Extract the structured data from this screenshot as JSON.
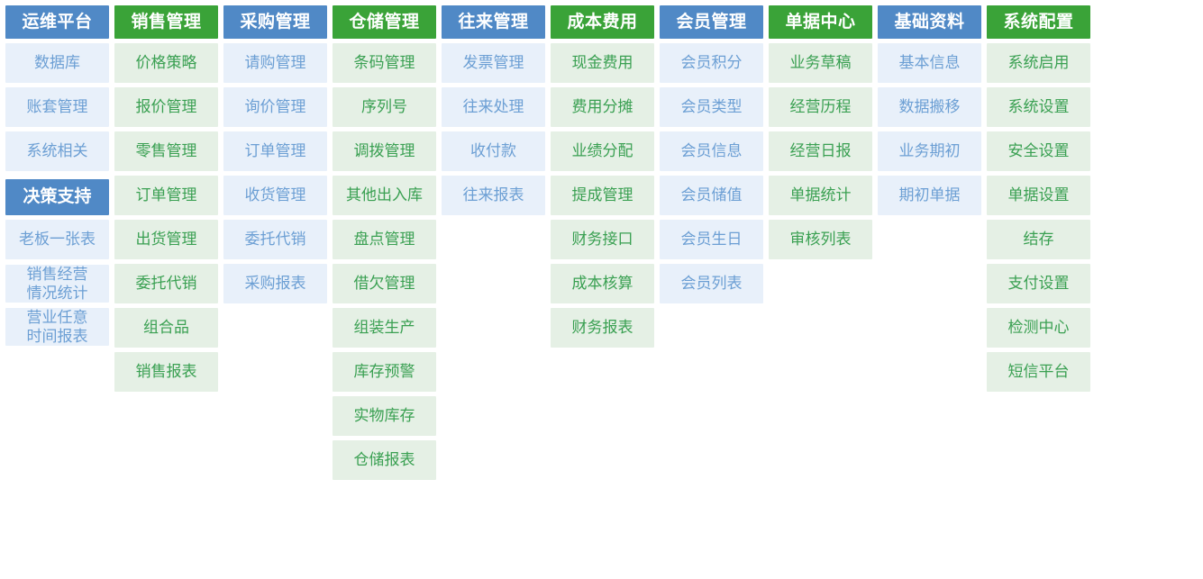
{
  "page": {
    "title": "ERP 功能模块导航",
    "colors": {
      "header_blue": "#5089c6",
      "header_green": "#3aa338",
      "cell_blue_bg": "#e8f0fa",
      "cell_blue_text": "#6c9fd4",
      "cell_green_bg": "#e5f0e5",
      "cell_green_text": "#3aa052",
      "page_bg": "#ffffff"
    }
  },
  "columns": [
    {
      "id": "ops-platform",
      "theme": "blue",
      "header": "运维平台",
      "items": [
        "数据库",
        "账套管理",
        "系统相关"
      ],
      "subsection": {
        "header": "决策支持",
        "theme": "blue",
        "items": [
          "老板一张表"
        ],
        "two_line_items": [
          {
            "line1": "销售经营",
            "line2": "情况统计"
          },
          {
            "line1": "营业任意",
            "line2": "时间报表"
          }
        ]
      }
    },
    {
      "id": "sales-management",
      "theme": "green",
      "header": "销售管理",
      "items": [
        "价格策略",
        "报价管理",
        "零售管理",
        "订单管理",
        "出货管理",
        "委托代销",
        "组合品",
        "销售报表"
      ]
    },
    {
      "id": "purchase-management",
      "theme": "blue",
      "header": "采购管理",
      "items": [
        "请购管理",
        "询价管理",
        "订单管理",
        "收货管理",
        "委托代销",
        "采购报表"
      ]
    },
    {
      "id": "warehouse-management",
      "theme": "green",
      "header": "仓储管理",
      "items": [
        "条码管理",
        "序列号",
        "调拨管理",
        "其他出入库",
        "盘点管理",
        "借欠管理",
        "组装生产",
        "库存预警",
        "实物库存",
        "仓储报表"
      ]
    },
    {
      "id": "transaction-management",
      "theme": "blue",
      "header": "往来管理",
      "items": [
        "发票管理",
        "往来处理",
        "收付款",
        "往来报表"
      ]
    },
    {
      "id": "cost-expense",
      "theme": "green",
      "header": "成本费用",
      "items": [
        "现金费用",
        "费用分摊",
        "业绩分配",
        "提成管理",
        "财务接口",
        "成本核算",
        "财务报表"
      ]
    },
    {
      "id": "member-management",
      "theme": "blue",
      "header": "会员管理",
      "items": [
        "会员积分",
        "会员类型",
        "会员信息",
        "会员储值",
        "会员生日",
        "会员列表"
      ]
    },
    {
      "id": "document-center",
      "theme": "green",
      "header": "单据中心",
      "items": [
        "业务草稿",
        "经营历程",
        "经营日报",
        "单据统计",
        "审核列表"
      ]
    },
    {
      "id": "basic-data",
      "theme": "blue",
      "header": "基础资料",
      "items": [
        "基本信息",
        "数据搬移",
        "业务期初",
        "期初单据"
      ]
    },
    {
      "id": "system-config",
      "theme": "green",
      "header": "系统配置",
      "items": [
        "系统启用",
        "系统设置",
        "安全设置",
        "单据设置",
        "结存",
        "支付设置",
        "检测中心",
        "短信平台"
      ]
    }
  ]
}
